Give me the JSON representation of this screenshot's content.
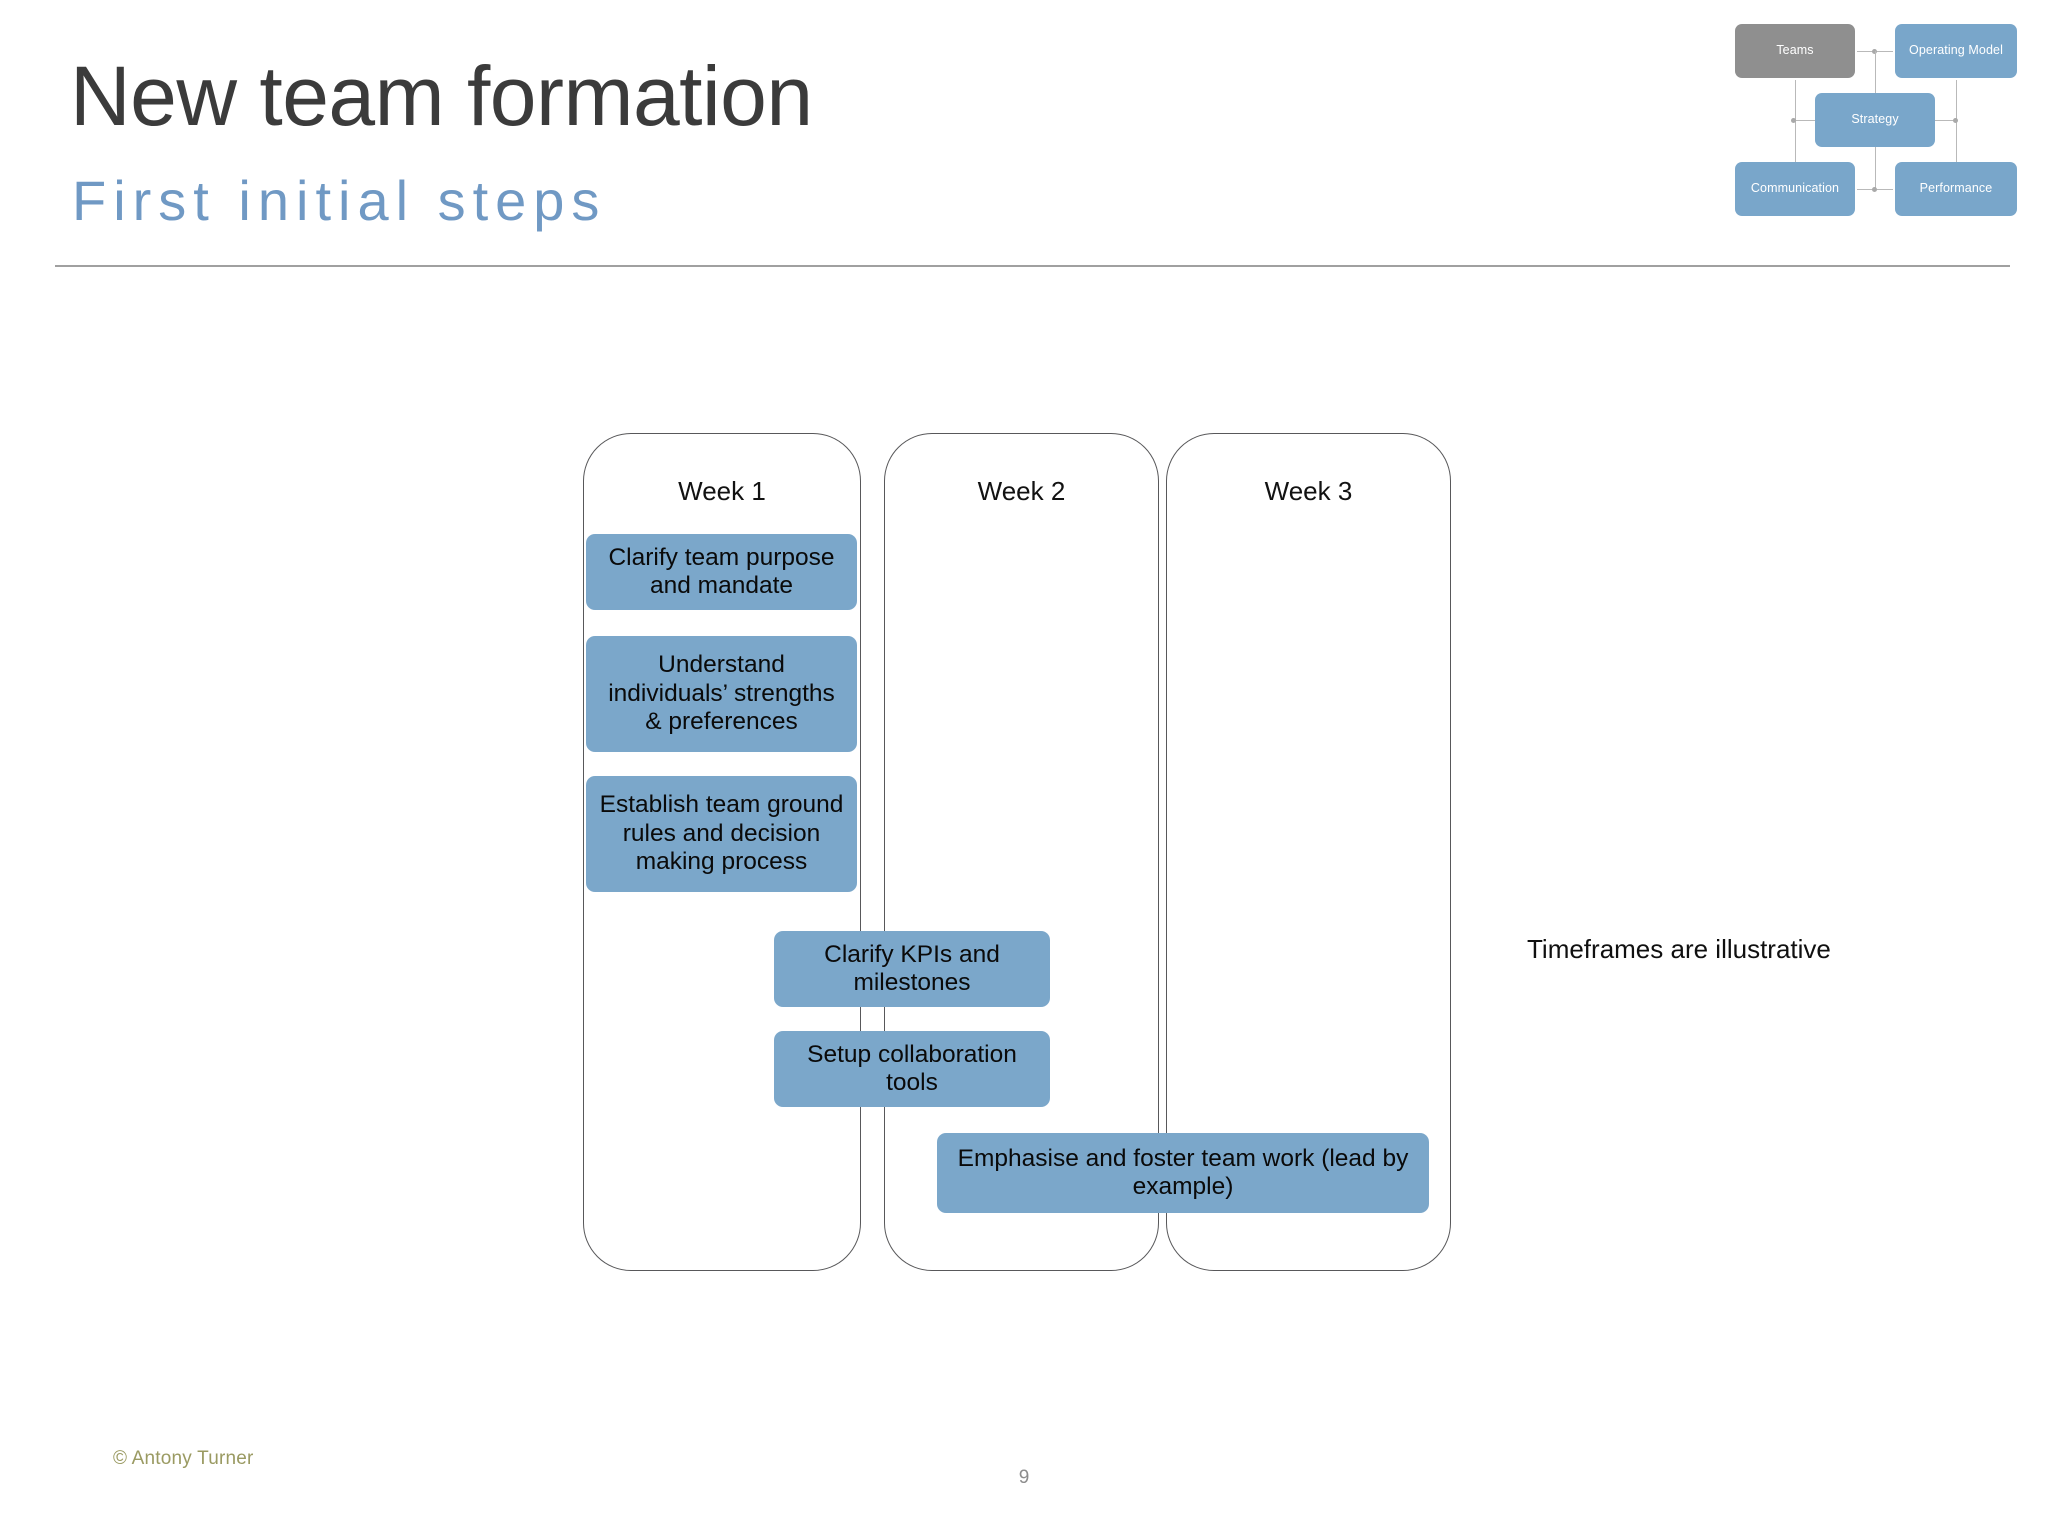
{
  "slide": {
    "title": "New team formation",
    "subtitle": "First initial steps",
    "accent_color": "#7099c4",
    "title_color": "#3b3b3b",
    "task_box_color": "#7ba7ca",
    "card_border_color": "#58585a"
  },
  "logo": {
    "boxes": [
      {
        "id": "teams",
        "label": "Teams",
        "color": "#8f8f8f"
      },
      {
        "id": "operating",
        "label": "Operating Model",
        "color": "#79a6ca"
      },
      {
        "id": "strategy",
        "label": "Strategy",
        "color": "#79a6ca"
      },
      {
        "id": "communication",
        "label": "Communication",
        "color": "#79a6ca"
      },
      {
        "id": "performance",
        "label": "Performance",
        "color": "#79a6ca"
      }
    ]
  },
  "timeline": {
    "columns": [
      {
        "id": "week1",
        "label": "Week 1"
      },
      {
        "id": "week2",
        "label": "Week 2"
      },
      {
        "id": "week3",
        "label": "Week 3"
      }
    ],
    "tasks": [
      {
        "id": "purpose",
        "label": "Clarify team purpose and mandate",
        "span": "week1"
      },
      {
        "id": "strengths",
        "label": "Understand individuals’ strengths & preferences",
        "span": "week1"
      },
      {
        "id": "groundrules",
        "label": "Establish team ground rules and decision making process",
        "span": "week1"
      },
      {
        "id": "kpis",
        "label": "Clarify KPIs and milestones",
        "span": "week1-week2"
      },
      {
        "id": "collab",
        "label": "Setup collaboration tools",
        "span": "week1-week2"
      },
      {
        "id": "teamwork",
        "label": "Emphasise and foster team work (lead by example)",
        "span": "week2-week3"
      }
    ]
  },
  "notes": {
    "timeframes": "Timeframes are illustrative"
  },
  "footer": {
    "copyright": "© Antony Turner",
    "page_number": "9"
  }
}
